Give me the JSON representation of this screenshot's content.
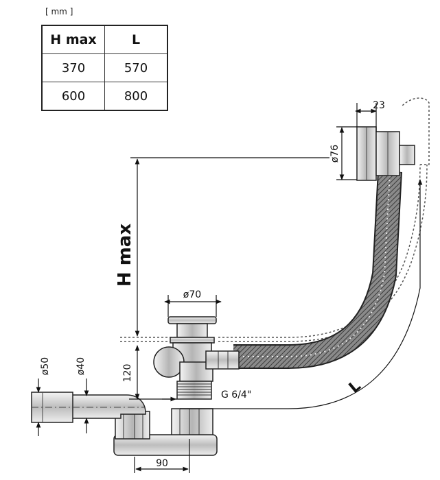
{
  "unit_label": "[ mm ]",
  "table": {
    "headers": [
      "H max",
      "L"
    ],
    "rows": [
      [
        "370",
        "570"
      ],
      [
        "600",
        "800"
      ]
    ]
  },
  "labels": {
    "h_max": "H max",
    "l": "L",
    "d23": "23",
    "d76": "ø76",
    "d70": "ø70",
    "d120": "120",
    "thread": "G 6/4\"",
    "d50": "ø50",
    "d40": "ø40",
    "d90": "90"
  }
}
